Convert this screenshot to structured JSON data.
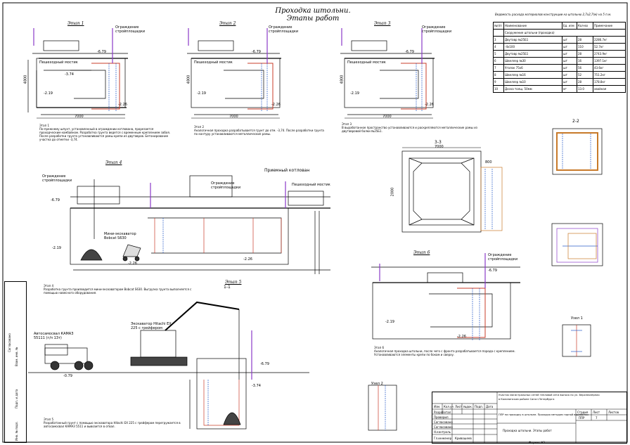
{
  "title": "Проходка штольни.\nЭтапы работ",
  "stages": {
    "s1": "Этап 1",
    "s2": "Этап 2",
    "s3": "Этап 3",
    "s4": "Этап 4",
    "s5": "Этап 5",
    "s6": "Этап 6"
  },
  "labels": {
    "fence": "Ограждение стройплощадки",
    "walkway": "Пешеходный мостик",
    "cross_gallery": "Приемный котлован",
    "section_33": "3-3",
    "section_22": "2-2",
    "section_11": "1-1",
    "node1": "Узел 1",
    "node2": "Узел 2"
  },
  "levels": {
    "l1": "-6.79",
    "l2": "-3.74",
    "l3": "-2.19",
    "l4": "-2.26",
    "l5": "-0.79"
  },
  "dims": {
    "w7000": "7000",
    "h4800": "4800",
    "w2000": "2000",
    "w800": "800"
  },
  "notes": {
    "n1": "Этап 1\nПо-прежнему шпунт, установленный в ограждении котлована, прорезается проходческим комбайном. Разработка грунта ведется с временным креплением забоя. После разработки грунта устанавливаются рамы крепи из двутавров. Бетонирование участка до отметки -3,74.",
    "n2": "Этап 2\nАналогичная проходка разрабатывается грунт до отм. -3,74. После разработки грунта по контуру устанавливаются металлические рамы.",
    "n3": "Этап 3\nВ выработанное пространство устанавливаются и раскрепляются металлические рамы из двутавровой балки №25Б1.",
    "n4": "Этап 4\nРазработка грунта производится мини-экскаватором Bobcat S630. Выгрузка грунта выполняется с помощью навесного оборудования.",
    "n5": "Этап 5\nРазработанный грунт с помощью экскаватора Hitachi EX 225 с грейфером перегружается в автосамосвал КАМАЗ 5511 и вывозится в отвал.",
    "n6": "Этап 6\nАналогичная проходка штольни, после чего с фронта разрабатывается порода с креплением. Устанавливаются элементы крепи по бокам и сверху."
  },
  "machines": {
    "truck": "Автосамосвал КАМАЗ 55111 (г/п 13т)",
    "excavator": "Экскаватор Hitachi EX 225 с грейфером",
    "bobcat": "Мини-экскаватор Bobcat S630"
  },
  "table": {
    "caption": "Ведомость расхода материалов конструкции на штольню 2,7х2,7(м) на 5 п.м.",
    "headers": [
      "№п/п",
      "Наименование",
      "Ед. изм",
      "Кол-во",
      "Примечание"
    ],
    "subheader": "Сооружение штольни (проходка)",
    "rows": [
      [
        "3",
        "Двутавр №25Б1",
        "шт",
        "28",
        "2286.7кг"
      ],
      [
        "4",
        "-4х100",
        "шт",
        "110",
        "52.7кг"
      ],
      [
        "5",
        "Двутавр №25Б1",
        "шт",
        "28",
        "2743.9кг"
      ],
      [
        "6",
        "Швеллер №30",
        "шт",
        "16",
        "1397.1кг"
      ],
      [
        "7",
        "Уголок 75х6",
        "шт",
        "56",
        "43.6кг"
      ],
      [
        "8",
        "Швеллер №16",
        "шт",
        "52",
        "751.2кг"
      ],
      [
        "9",
        "Швеллер №10",
        "шт",
        "28",
        "178.8кг"
      ],
      [
        "10",
        "Доска толщ. 50мм",
        "м³",
        "13.0",
        "хвойная"
      ]
    ]
  },
  "stamp": {
    "cols": [
      "Изм.",
      "Кол.уч",
      "Лист",
      "№док.",
      "Подп.",
      "Дата"
    ],
    "roles": [
      "Разработал",
      "Проверил",
      "Согласовано",
      "Согласовано",
      "Н.контроль",
      "Гл.инженер"
    ],
    "engineer": "Кривошеев",
    "project_line1": "Участок магистральных сетей тепловой сети выноса по ул. Верхнеозёрная",
    "project_line2": "в Калининском районе Санкт-Петербурга",
    "project_line3": "ППР на проходку в штольне. Проходка методом горной выработки",
    "sheet_name": "Проходка штольни. Этапы работ",
    "stage_lbl": "Стадия",
    "sheet_lbl": "Лист",
    "sheets_lbl": "Листов",
    "stage_val": "ППР",
    "sheet_val": "7",
    "format": "Формат А3"
  },
  "strip": {
    "a": "Взам. инв. №",
    "b": "Подп. и дата",
    "c": "Инв. № подл.",
    "d": "Согласовано"
  }
}
